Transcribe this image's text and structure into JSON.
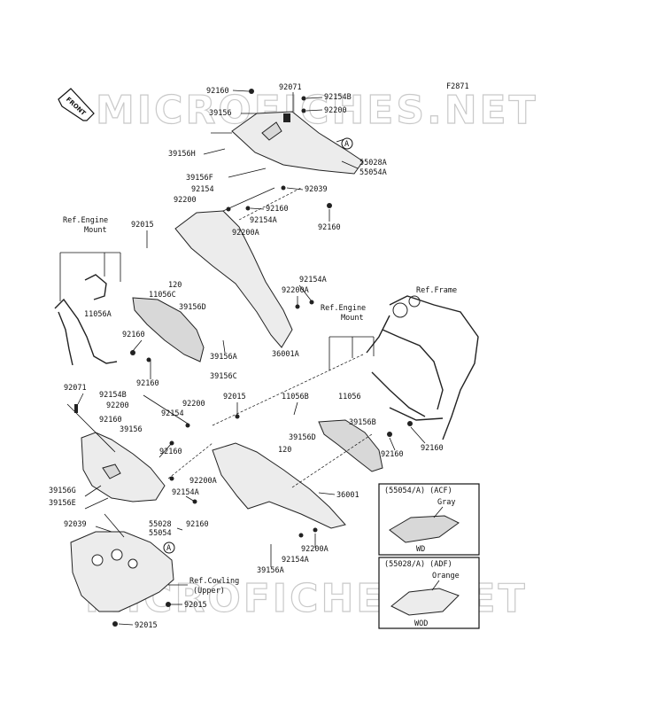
{
  "figure_code": "F2871",
  "front_label": "FRONT",
  "watermarks": [
    "MICROFICHES.NET",
    "MICROFICHES.NET"
  ],
  "ref_labels": {
    "engine_mount_left": [
      "Ref.Engine",
      "Mount"
    ],
    "engine_mount_right": [
      "Ref.Engine",
      "Mount"
    ],
    "frame": "Ref.Frame",
    "cowling_upper": [
      "Ref.Cowling",
      "(Upper)"
    ]
  },
  "callout_letter": "A",
  "part_labels": [
    {
      "id": "92160a",
      "text": "92160"
    },
    {
      "id": "92071a",
      "text": "92071"
    },
    {
      "id": "92154Ba",
      "text": "92154B"
    },
    {
      "id": "92200a",
      "text": "92200"
    },
    {
      "id": "39156a",
      "text": "39156"
    },
    {
      "id": "39156H",
      "text": "39156H"
    },
    {
      "id": "55028A",
      "text": "55028A"
    },
    {
      "id": "55054A",
      "text": "55054A"
    },
    {
      "id": "39156F",
      "text": "39156F"
    },
    {
      "id": "92154a",
      "text": "92154"
    },
    {
      "id": "92039a",
      "text": "92039"
    },
    {
      "id": "92200b",
      "text": "92200"
    },
    {
      "id": "92160b",
      "text": "92160"
    },
    {
      "id": "92015a",
      "text": "92015"
    },
    {
      "id": "92154Aa",
      "text": "92154A"
    },
    {
      "id": "92200Aa",
      "text": "92200A"
    },
    {
      "id": "92160c",
      "text": "92160"
    },
    {
      "id": "120a",
      "text": "120"
    },
    {
      "id": "11056C",
      "text": "11056C"
    },
    {
      "id": "39156D",
      "text": "39156D"
    },
    {
      "id": "11056A",
      "text": "11056A"
    },
    {
      "id": "92154Ab",
      "text": "92154A"
    },
    {
      "id": "92200Ab",
      "text": "92200A"
    },
    {
      "id": "92160d",
      "text": "92160"
    },
    {
      "id": "39156A",
      "text": "39156A"
    },
    {
      "id": "36001A",
      "text": "36001A"
    },
    {
      "id": "39156C",
      "text": "39156C"
    },
    {
      "id": "92160e",
      "text": "92160"
    },
    {
      "id": "92071b",
      "text": "92071"
    },
    {
      "id": "92154Bb",
      "text": "92154B"
    },
    {
      "id": "92200c",
      "text": "92200"
    },
    {
      "id": "92160f",
      "text": "92160"
    },
    {
      "id": "39156b",
      "text": "39156"
    },
    {
      "id": "92015b",
      "text": "92015"
    },
    {
      "id": "92200d",
      "text": "92200"
    },
    {
      "id": "92154b",
      "text": "92154"
    },
    {
      "id": "11056B",
      "text": "11056B"
    },
    {
      "id": "11056",
      "text": "11056"
    },
    {
      "id": "39156B",
      "text": "39156B"
    },
    {
      "id": "39156Db",
      "text": "39156D"
    },
    {
      "id": "120b",
      "text": "120"
    },
    {
      "id": "92160g",
      "text": "92160"
    },
    {
      "id": "92160h",
      "text": "92160"
    },
    {
      "id": "92160i",
      "text": "92160"
    },
    {
      "id": "92200Ac",
      "text": "92200A"
    },
    {
      "id": "39156G",
      "text": "39156G"
    },
    {
      "id": "39156E",
      "text": "39156E"
    },
    {
      "id": "92154Ac",
      "text": "92154A"
    },
    {
      "id": "36001",
      "text": "36001"
    },
    {
      "id": "55028",
      "text": "55028"
    },
    {
      "id": "55054",
      "text": "55054"
    },
    {
      "id": "92160j",
      "text": "92160"
    },
    {
      "id": "92039b",
      "text": "92039"
    },
    {
      "id": "92200Ad",
      "text": "92200A"
    },
    {
      "id": "92154Ad",
      "text": "92154A"
    },
    {
      "id": "39156Ab",
      "text": "39156A"
    },
    {
      "id": "92015c",
      "text": "92015"
    },
    {
      "id": "92015d",
      "text": "92015"
    }
  ],
  "legend_boxes": [
    {
      "header": "(55054/A)   (ACF)",
      "color": "Gray",
      "code": "WD"
    },
    {
      "header": "(55028/A)   (ADF)",
      "color": "Orange",
      "code": "WOD"
    }
  ]
}
